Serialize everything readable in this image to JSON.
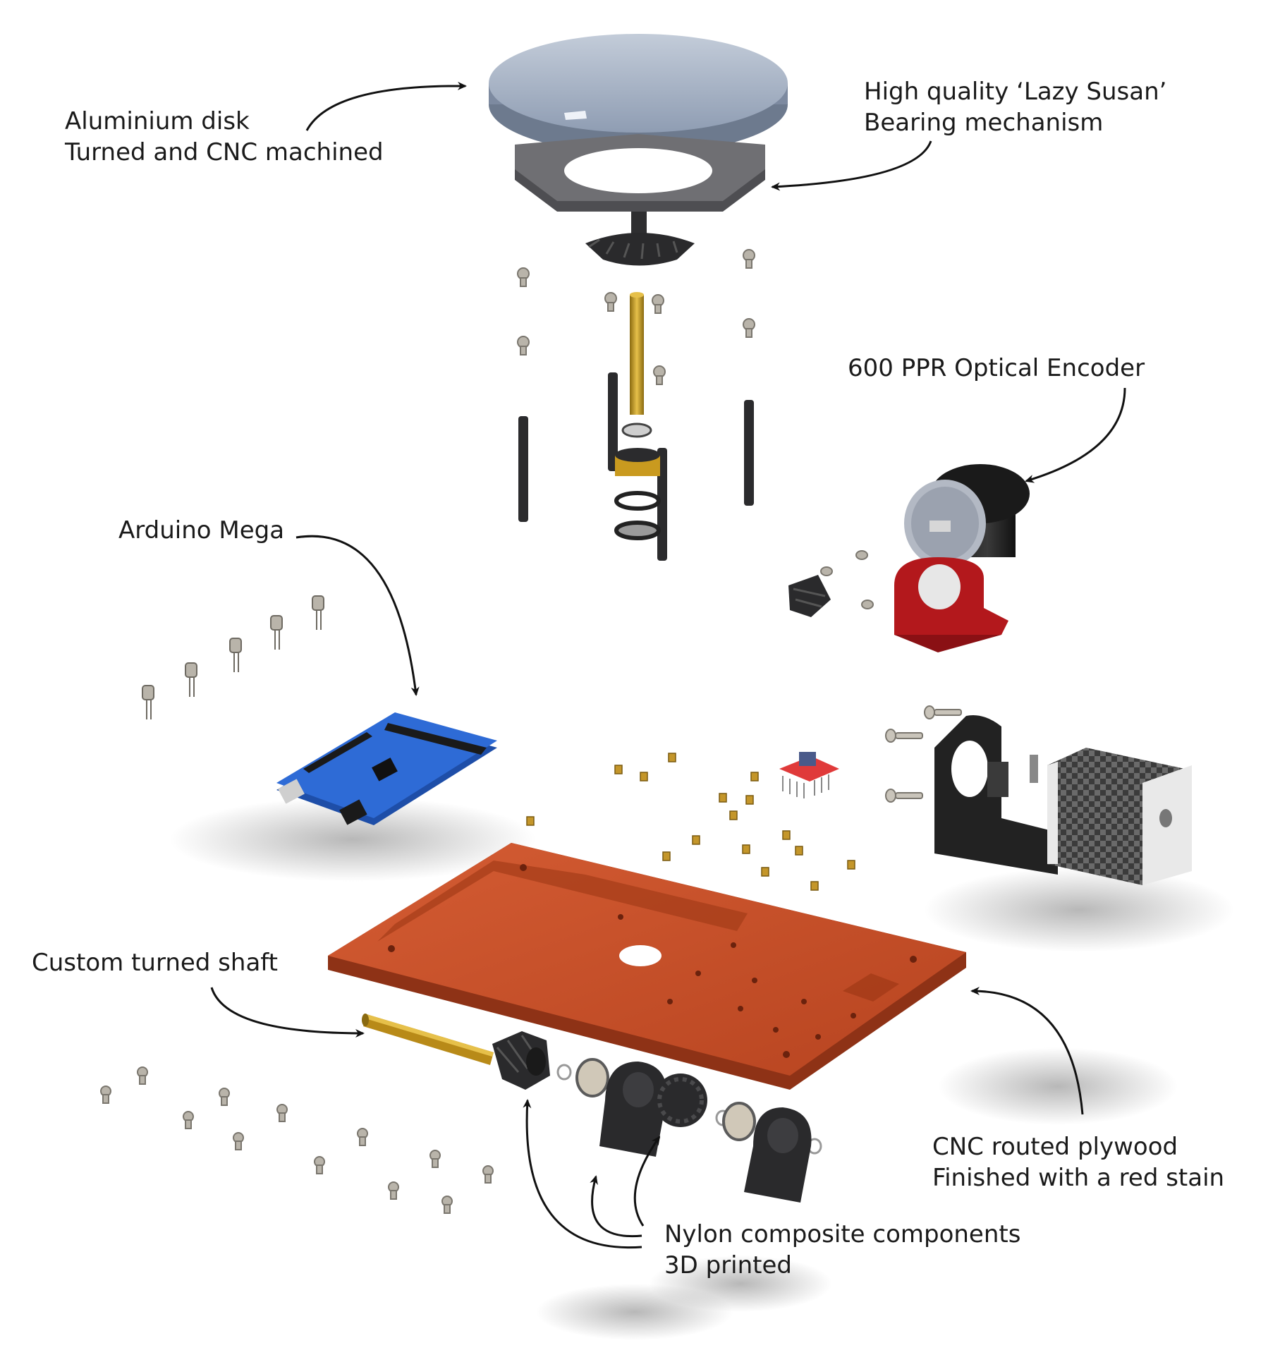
{
  "labels": {
    "disk": {
      "line1": "Aluminium disk",
      "line2": "Turned and CNC machined"
    },
    "bearing": {
      "line1": "High quality ‘Lazy Susan’",
      "line2": "Bearing mechanism"
    },
    "encoder": {
      "line1": "600 PPR Optical Encoder"
    },
    "arduino": {
      "line1": "Arduino Mega"
    },
    "shaft": {
      "line1": "Custom turned shaft"
    },
    "plywood": {
      "line1": "CNC routed plywood",
      "line2": "Finished with a red stain"
    },
    "nylon": {
      "line1": "Nylon composite components",
      "line2": "3D printed"
    }
  },
  "colors": {
    "disk": "#a9b6c8",
    "bearing_plate": "#6f6f73",
    "plywood": "#c8502a",
    "plywood_dark": "#8e3216",
    "arduino": "#2e6bd6",
    "nylon_black": "#2a2a2c",
    "brass": "#c99a1f",
    "red_bracket": "#b3181c",
    "driver_red": "#e03a3a"
  }
}
